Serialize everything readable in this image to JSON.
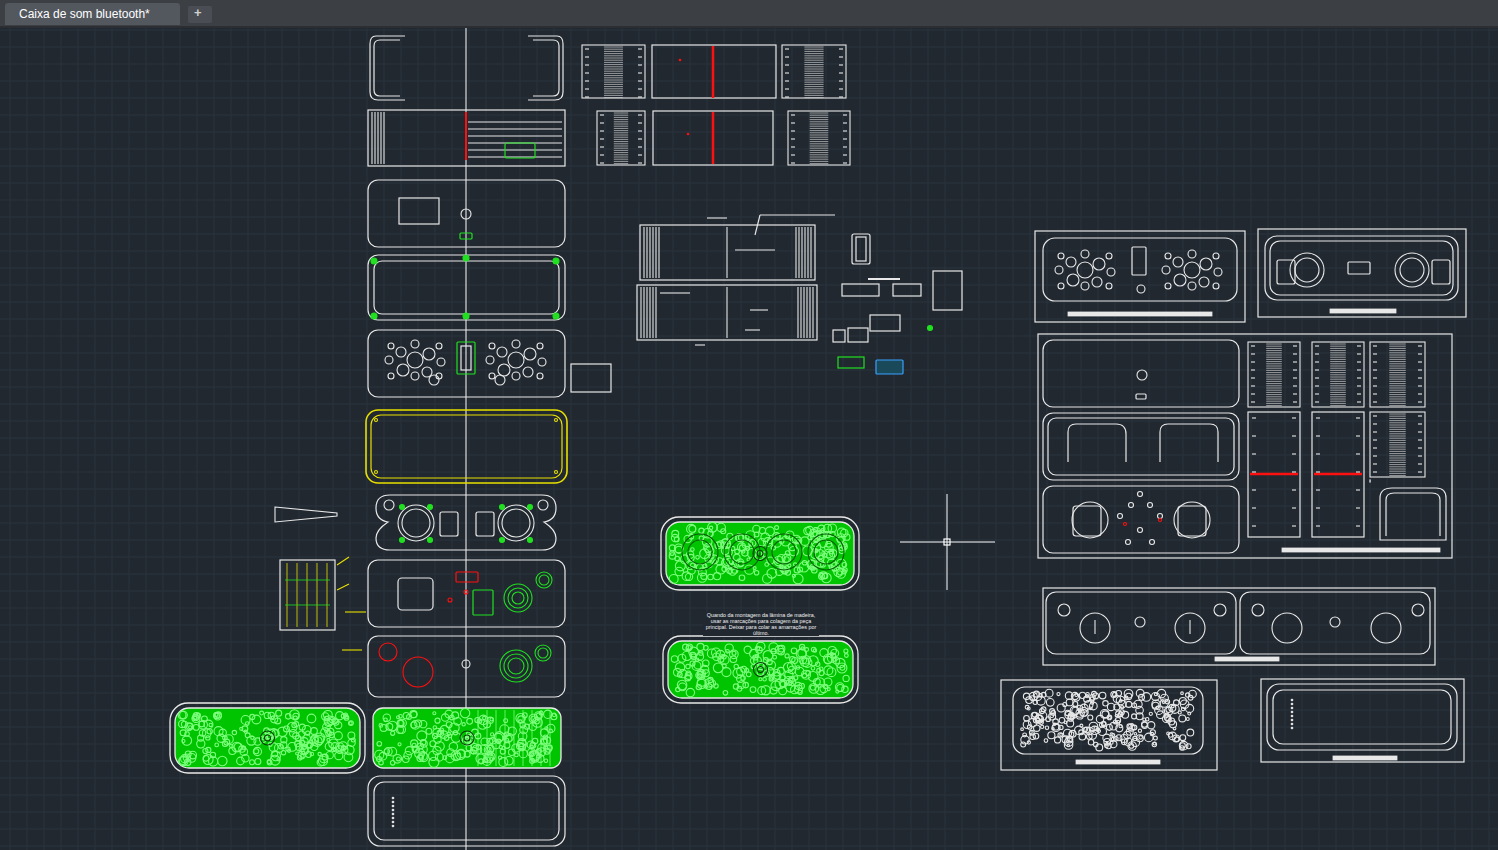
{
  "diagram": {
    "nodes": [
      {
        "text": [
          "Caixa de som bluetooth*"
        ]
      }
    ],
    "labels": [
      "+",
      "Quando da montagem da lâmina de madeira, usar as marcações para colagem da peça principal. Deixar para colar as amarrações por último."
    ]
  }
}
